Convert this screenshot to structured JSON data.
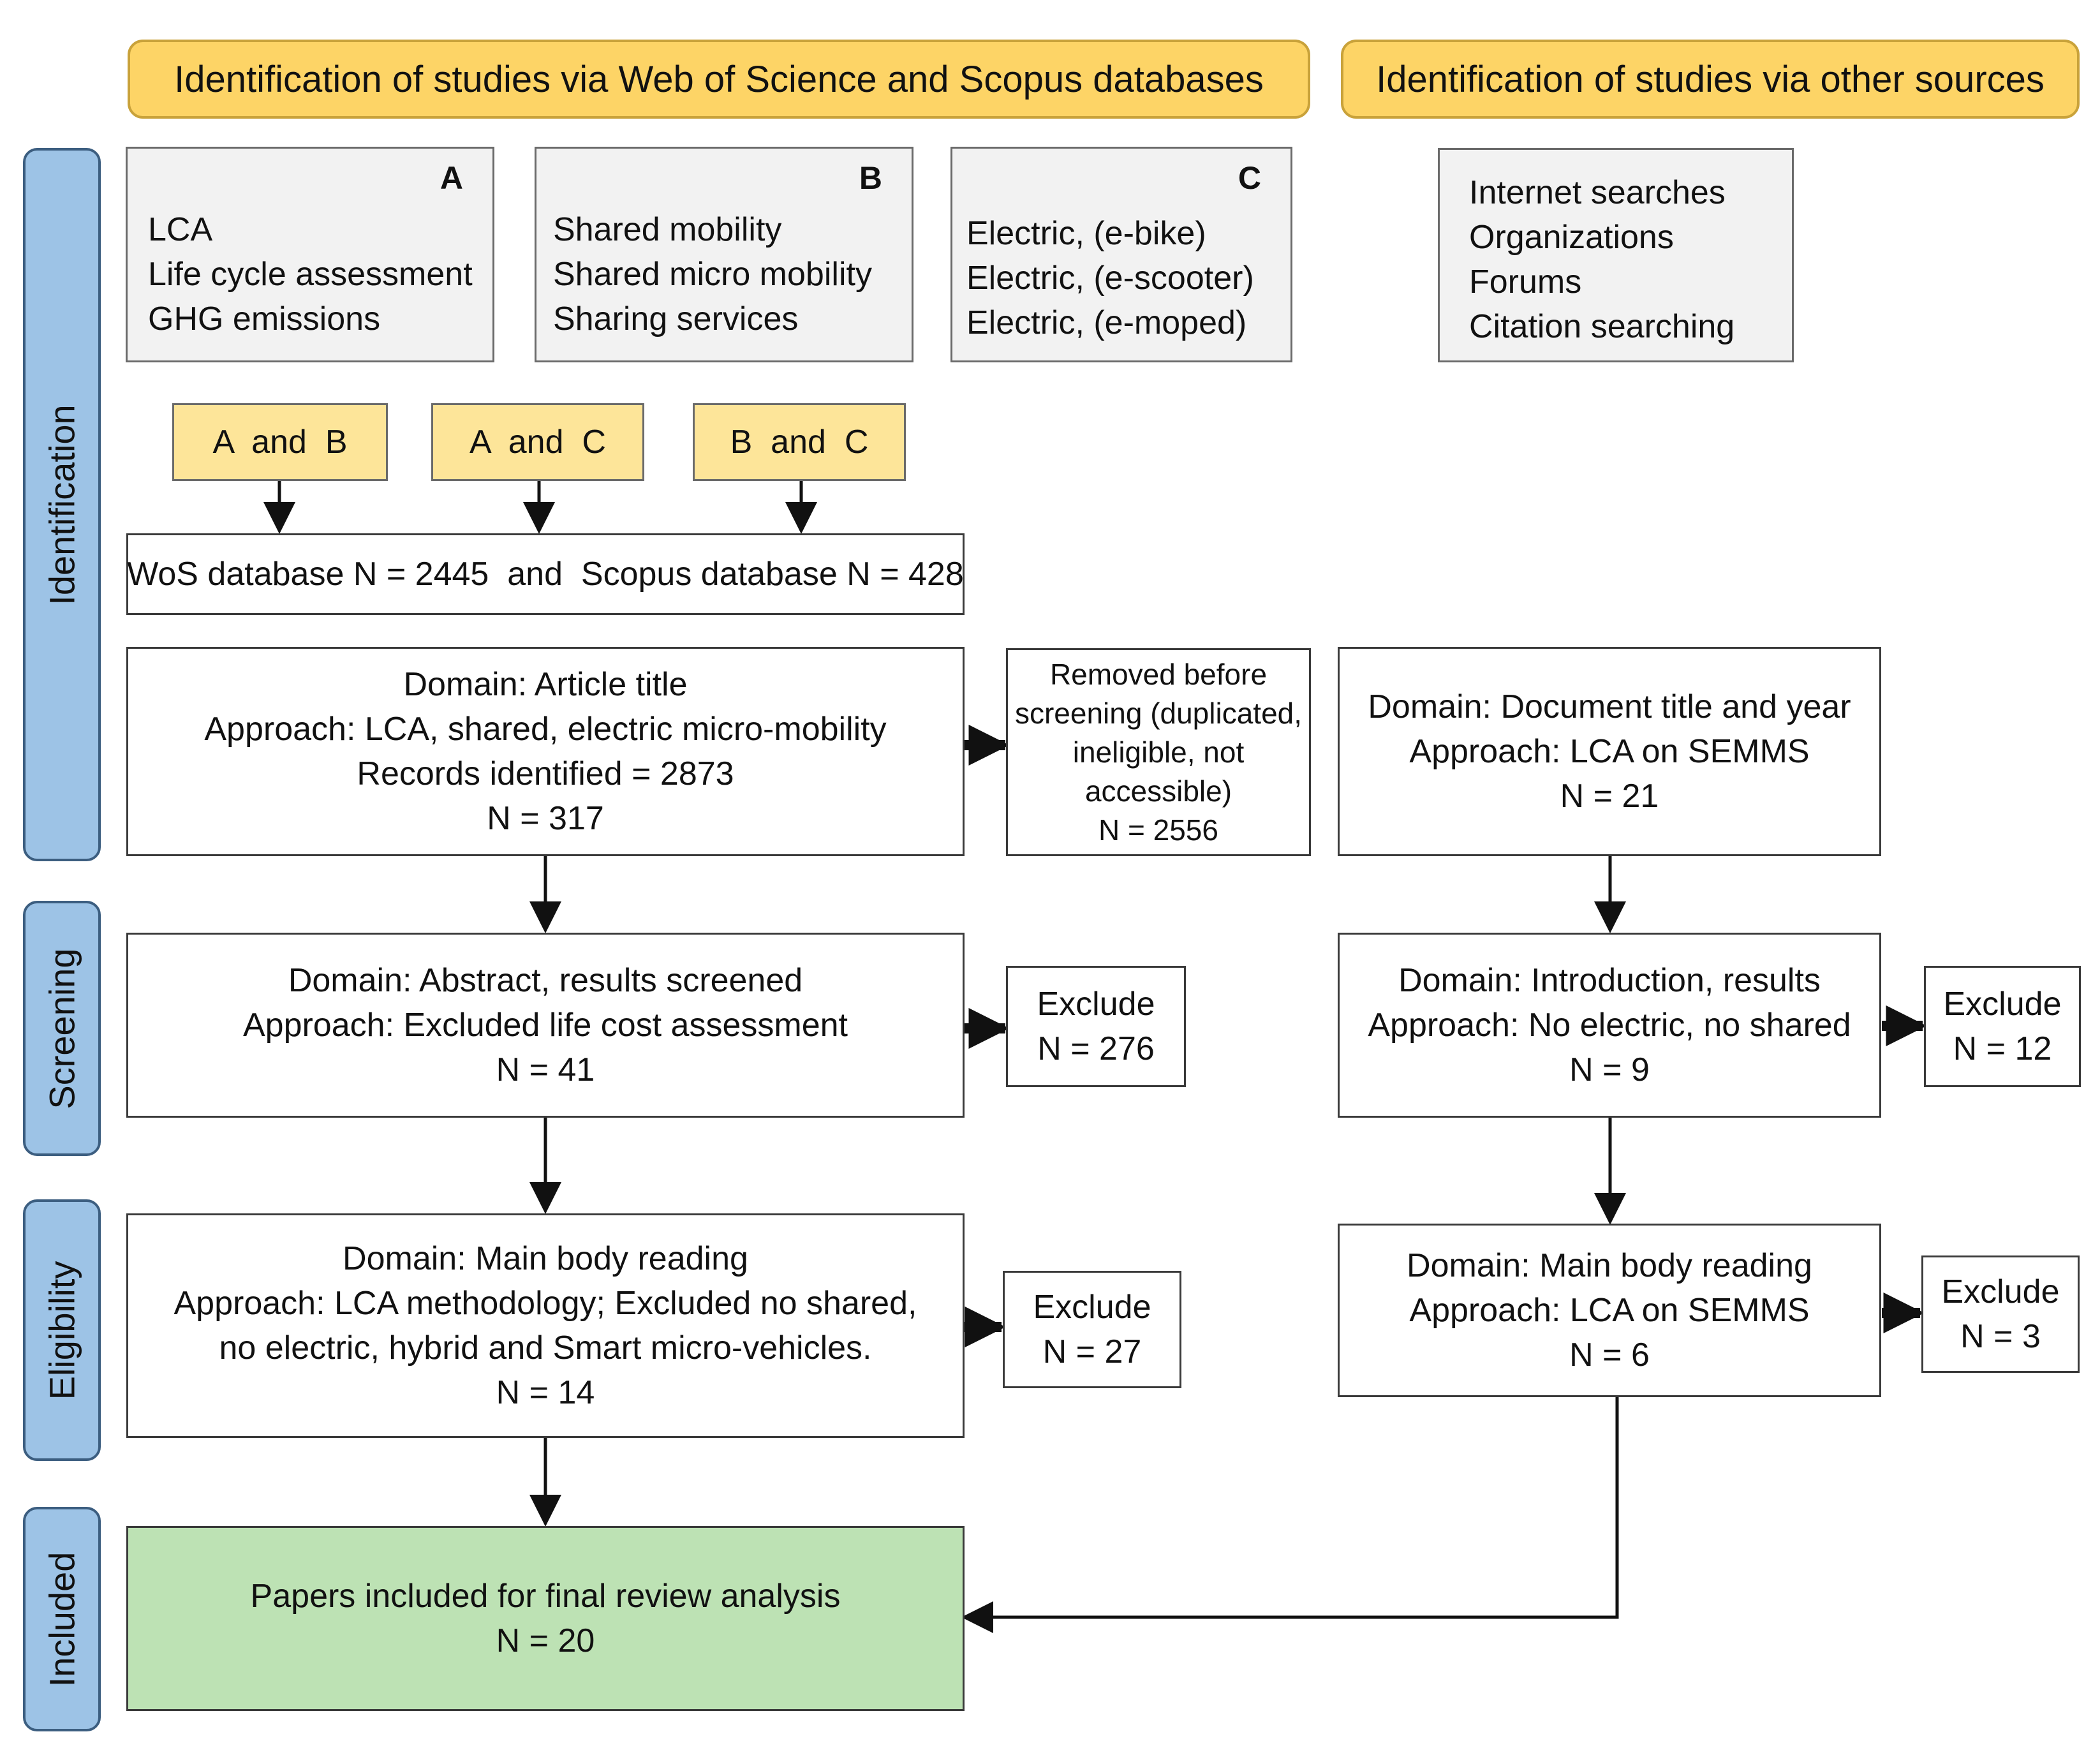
{
  "headers": {
    "databases": "Identification of studies via Web of Science and Scopus databases",
    "other": "Identification of studies via other sources"
  },
  "phases": {
    "identification": "Identification",
    "screening": "Screening",
    "eligibility": "Eligibility",
    "included": "Included"
  },
  "keyword_groups": {
    "a": {
      "letter": "A",
      "lines": [
        "LCA",
        "Life cycle assessment",
        "GHG emissions"
      ]
    },
    "b": {
      "letter": "B",
      "lines": [
        "Shared mobility",
        "Shared micro mobility",
        "Sharing services"
      ]
    },
    "c": {
      "letter": "C",
      "lines": [
        "Electric, (e-bike)",
        "Electric, (e-scooter)",
        "Electric, (e-moped)"
      ]
    }
  },
  "other_sources": [
    "Internet searches",
    "Organizations",
    "Forums",
    "Citation searching"
  ],
  "combinations": [
    "A  and  B",
    "A  and  C",
    "B  and  C"
  ],
  "database_counts": "WoS database N = 2445  and  Scopus database N = 428",
  "left_flow": {
    "identification": [
      "Domain: Article title",
      "Approach: LCA, shared, electric micro-mobility",
      "Records identified = 2873",
      "N = 317"
    ],
    "removed": [
      "Removed before",
      "screening (duplicated,",
      "ineligible, not",
      "accessible)",
      "N = 2556"
    ],
    "screening": [
      "Domain: Abstract, results screened",
      "Approach: Excluded life cost assessment",
      "N = 41"
    ],
    "screening_exclude": [
      "Exclude",
      "N = 276"
    ],
    "eligibility": [
      "Domain: Main body reading",
      "Approach: LCA methodology; Excluded no shared,",
      "no electric, hybrid and Smart micro-vehicles.",
      "N = 14"
    ],
    "eligibility_exclude": [
      "Exclude",
      "N = 27"
    ]
  },
  "right_flow": {
    "identification": [
      "Domain: Document title and year",
      "Approach: LCA on SEMMS",
      "N = 21"
    ],
    "screening": [
      "Domain: Introduction, results",
      "Approach: No electric, no shared",
      "N = 9"
    ],
    "screening_exclude": [
      "Exclude",
      "N = 12"
    ],
    "eligibility": [
      "Domain: Main body reading",
      "Approach: LCA on SEMMS",
      "N = 6"
    ],
    "eligibility_exclude": [
      "Exclude",
      "N = 3"
    ]
  },
  "included": [
    "Papers included for final review analysis",
    "N = 20"
  ]
}
